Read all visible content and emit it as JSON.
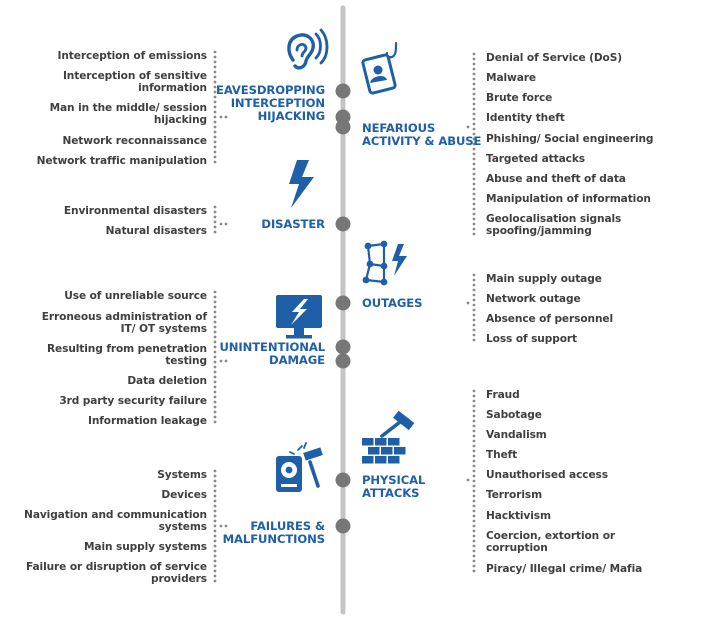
{
  "colors": {
    "accent": "#1f5fa8",
    "node": "#777777",
    "spine": "#c4c4c4",
    "text": "#3f3f3f",
    "dots": "#8a8a8a"
  },
  "categories": [
    {
      "id": "eavesdropping",
      "side": "left",
      "icon": "ear-soundwave-icon",
      "label": "EAVESDROPPING\nINTERCEPTION\nHIJACKING",
      "items": [
        "Interception of emissions",
        "Interception of sensitive\ninformation",
        "Man in the middle/ session\nhijacking",
        "Network reconnaissance",
        "Network traffic manipulation"
      ]
    },
    {
      "id": "nefarious",
      "side": "right",
      "icon": "id-badge-hook-icon",
      "label": "NEFARIOUS\nACTIVITY & ABUSE",
      "items": [
        "Denial of Service (DoS)",
        "Malware",
        "Brute force",
        "Identity theft",
        "Phishing/ Social engineering",
        "Targeted attacks",
        "Abuse and theft of data",
        "Manipulation of information",
        "Geolocalisation signals\nspoofing/jamming"
      ]
    },
    {
      "id": "disaster",
      "side": "left",
      "icon": "lightning-bolt-icon",
      "label": "DISASTER",
      "items": [
        "Environmental disasters",
        "Natural disasters"
      ]
    },
    {
      "id": "outages",
      "side": "right",
      "icon": "broken-network-icon",
      "label": "OUTAGES",
      "items": [
        "Main supply outage",
        "Network outage",
        "Absence of personnel",
        "Loss of support"
      ]
    },
    {
      "id": "unintentional",
      "side": "left",
      "icon": "monitor-lightning-icon",
      "label": "UNINTENTIONAL\nDAMAGE",
      "items": [
        "Use of unreliable source",
        "Erroneous administration of\nIT/ OT systems",
        "Resulting from penetration\ntesting",
        "Data deletion",
        "3rd party security failure",
        "Information leakage"
      ]
    },
    {
      "id": "physical",
      "side": "right",
      "icon": "brick-wall-hammer-icon",
      "label": "PHYSICAL\nATTACKS",
      "items": [
        "Fraud",
        "Sabotage",
        "Vandalism",
        "Theft",
        "Unauthorised access",
        "Terrorism",
        "Hacktivism",
        "Coercion, extortion or\ncorruption",
        "Piracy/ Illegal crime/ Mafia"
      ]
    },
    {
      "id": "failures",
      "side": "left",
      "icon": "hard-drive-hammer-icon",
      "label": "FAILURES &\nMALFUNCTIONS",
      "items": [
        "Systems",
        "Devices",
        "Navigation and communication\nsystems",
        "Main supply systems",
        "Failure or disruption of service\nproviders"
      ]
    }
  ]
}
